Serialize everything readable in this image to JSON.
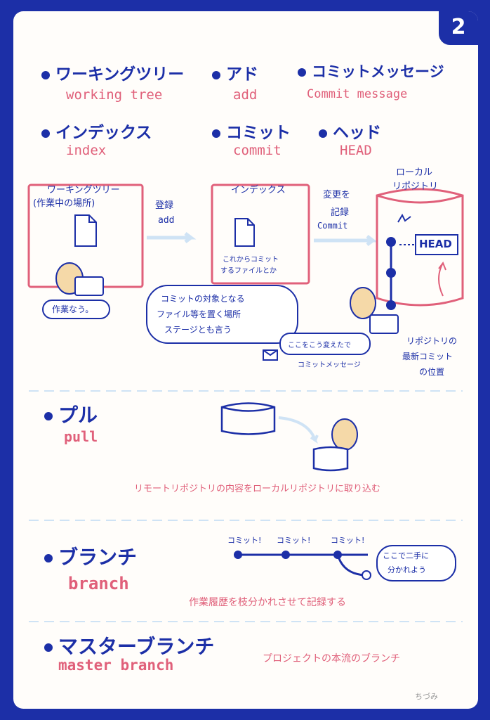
{
  "page_number": "2",
  "glossary": [
    {
      "ja": "ワーキングツリー",
      "en": "working tree"
    },
    {
      "ja": "アド",
      "en": "add"
    },
    {
      "ja": "コミットメッセージ",
      "en": "Commit message"
    },
    {
      "ja": "インデックス",
      "en": "index"
    },
    {
      "ja": "コミット",
      "en": "commit"
    },
    {
      "ja": "ヘッド",
      "en": "HEAD"
    }
  ],
  "diagram": {
    "working_tree_title": "ワーキングツリー",
    "working_tree_subtitle": "(作業中の場所)",
    "working_speech": "作業なう。",
    "arrow1_ja": "登録",
    "arrow1_en": "add",
    "index_title": "インデックス",
    "index_note1": "これからコミット",
    "index_note2": "するファイルとか",
    "arrow2_ja1": "変更を",
    "arrow2_ja2": "記録",
    "arrow2_en": "Commit",
    "repo_title1": "ローカル",
    "repo_title2": "リポジトリ",
    "head_label": "HEAD",
    "stage_bubble": [
      "コミットの対象となる",
      "ファイル等を置く場所",
      "ステージとも言う"
    ],
    "commit_speech": "ここをこう変えたで",
    "commit_message_label": "コミットメッセージ",
    "head_note": [
      "リポジトリの",
      "最新コミット",
      "の位置"
    ]
  },
  "pull": {
    "ja": "プル",
    "en": "pull",
    "desc": "リモートリポジトリの内容をローカルリポジトリに取り込む"
  },
  "branch": {
    "ja": "ブランチ",
    "en": "branch",
    "commits": [
      "コミット!",
      "コミット!",
      "コミット!"
    ],
    "bubble": [
      "ここで二手に",
      "分かれよう"
    ],
    "desc": "作業履歴を枝分かれさせて記録する"
  },
  "master": {
    "ja": "マスターブランチ",
    "en": "master branch",
    "desc": "プロジェクトの本流のブランチ"
  },
  "signature": "ちづみ",
  "colors": {
    "blue": "#1c2fa7",
    "pink": "#e0607a",
    "skin": "#f5d9a8",
    "light_blue": "#cfe3f5"
  }
}
